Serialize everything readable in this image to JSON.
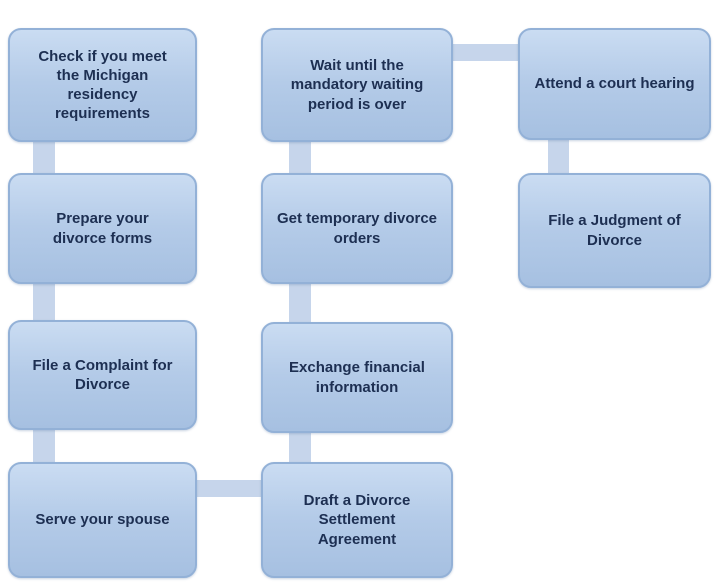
{
  "diagram": {
    "type": "flowchart",
    "subject": "Michigan divorce process steps",
    "colors": {
      "background": "#ffffff",
      "node_fill_top": "#cadcf2",
      "node_fill_mid": "#b4cbe8",
      "node_fill_bottom": "#a6c0e1",
      "node_border": "#93b1d7",
      "connector": "#c6d5eb",
      "text": "#1d2f52"
    },
    "nodes": [
      {
        "id": "check-residency",
        "label": "Check if you meet the Michigan residency requirements"
      },
      {
        "id": "prepare-forms",
        "label": "Prepare your divorce forms"
      },
      {
        "id": "file-complaint",
        "label": "File a Complaint for Divorce"
      },
      {
        "id": "serve-spouse",
        "label": "Serve your spouse"
      },
      {
        "id": "wait-period",
        "label": "Wait until the mandatory waiting period is over"
      },
      {
        "id": "get-temporary-orders",
        "label": "Get temporary divorce orders"
      },
      {
        "id": "exchange-financial",
        "label": "Exchange financial information"
      },
      {
        "id": "draft-settlement",
        "label": "Draft a Divorce Settlement Agreement"
      },
      {
        "id": "attend-hearing",
        "label": "Attend a court hearing"
      },
      {
        "id": "file-judgment",
        "label": "File a Judgment of Divorce"
      }
    ],
    "edges": [
      {
        "from": "check-residency",
        "to": "prepare-forms"
      },
      {
        "from": "prepare-forms",
        "to": "file-complaint"
      },
      {
        "from": "file-complaint",
        "to": "serve-spouse"
      },
      {
        "from": "serve-spouse",
        "to": "draft-settlement"
      },
      {
        "from": "draft-settlement",
        "to": "exchange-financial"
      },
      {
        "from": "exchange-financial",
        "to": "get-temporary-orders"
      },
      {
        "from": "get-temporary-orders",
        "to": "wait-period"
      },
      {
        "from": "wait-period",
        "to": "attend-hearing"
      },
      {
        "from": "attend-hearing",
        "to": "file-judgment"
      }
    ]
  }
}
